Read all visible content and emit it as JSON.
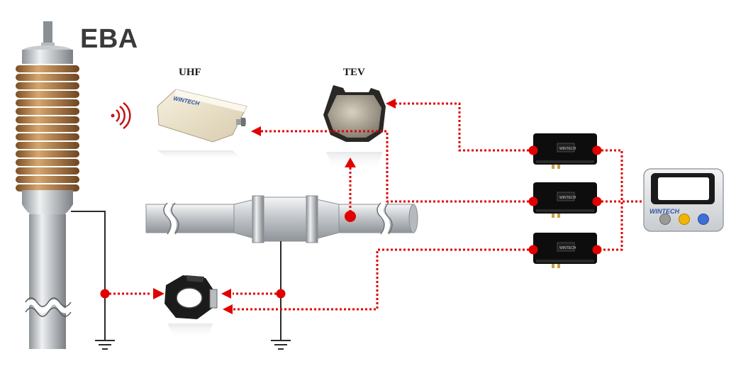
{
  "diagram": {
    "title": "EBA",
    "sensors": {
      "uhf_label": "UHF",
      "tev_label": "TEV"
    },
    "brand_text": "WINTECH",
    "colors": {
      "signal_line": "#e00000",
      "bushing_ribs": "#b07a44",
      "pipe": "#c9cdd1",
      "module_body": "#0d0d0d",
      "ground_wire": "#2b2b2b",
      "button_gray": "#9a9a9a",
      "button_yellow": "#f2b400",
      "button_blue": "#3d6fd6"
    },
    "icons": [
      "wireless-signal-icon",
      "ground-symbol-icon"
    ]
  }
}
